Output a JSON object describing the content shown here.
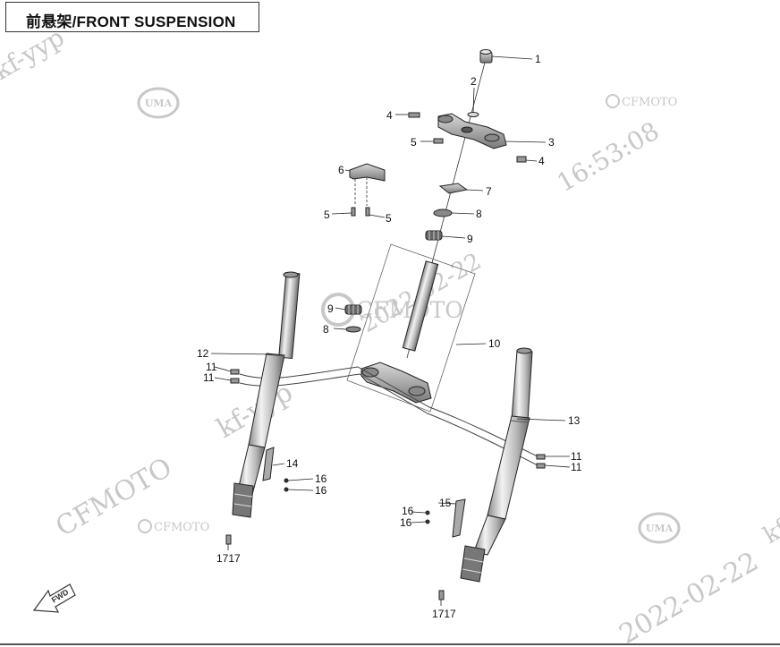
{
  "title": "前悬架/FRONT SUSPENSION",
  "watermarks": {
    "brand_logo_a": "UMA",
    "brand_logo_b": "UMA",
    "brand_center": "CFMOTO",
    "brand_small_a": "CFMOTO",
    "brand_small_b": "CFMOTO",
    "script_text": "CFMOTO",
    "user_id_a": "kf-yyp",
    "user_id_b": "kf-yyp",
    "user_id_c": "kf-yyp",
    "date_a": "2022-02-22",
    "date_b": "2022-02-22",
    "time": "16:53:08"
  },
  "callouts": {
    "c1": "1",
    "c2": "2",
    "c3": "3",
    "c4a": "4",
    "c4b": "4",
    "c5a": "5",
    "c5b": "5",
    "c5c": "5",
    "c6": "6",
    "c7": "7",
    "c8a": "8",
    "c8b": "8",
    "c9a": "9",
    "c9b": "9",
    "c10": "10",
    "c11a": "11",
    "c11b": "11",
    "c11c": "11",
    "c11d": "11",
    "c12": "12",
    "c13": "13",
    "c14": "14",
    "c15": "15",
    "c16a": "16",
    "c16b": "16",
    "c16c": "16",
    "c16d": "16",
    "c17a": "1717",
    "c17b": "1717"
  },
  "fwd_label": "FWD",
  "colors": {
    "line": "#222222",
    "part_fill": "#bdbdbd",
    "part_dark": "#6f6f6f",
    "watermark": "#c8c8c8"
  }
}
